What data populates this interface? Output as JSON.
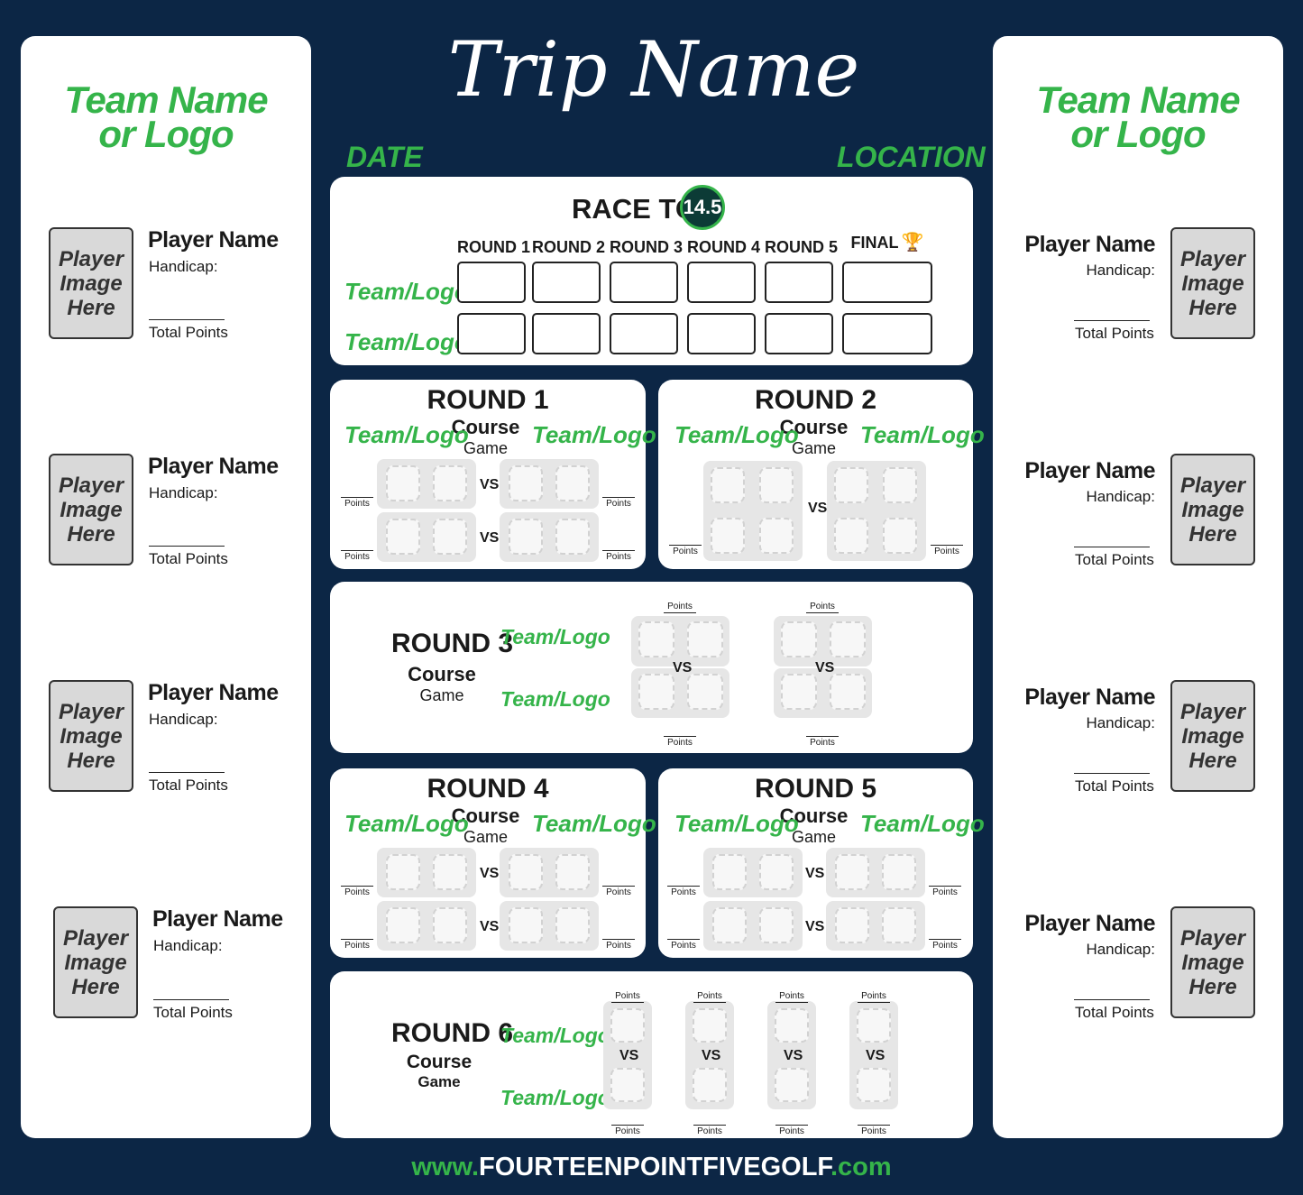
{
  "trip_name": "Trip Name",
  "date_label": "DATE",
  "location_label": "LOCATION",
  "team_heading": [
    "Team Name",
    "or Logo"
  ],
  "player": {
    "image_text": [
      "Player",
      "Image",
      "Here"
    ],
    "name": "Player Name",
    "handicap": "Handicap:",
    "total_points": "Total Points"
  },
  "race": {
    "title": "RACE TO",
    "badge": "14.5",
    "columns": [
      "ROUND 1",
      "ROUND 2",
      "ROUND 3",
      "ROUND 4",
      "ROUND 5",
      "FINAL"
    ],
    "teams": [
      "Team/Logo",
      "Team/Logo"
    ]
  },
  "rounds": {
    "r1": {
      "title": "ROUND 1",
      "course": "Course",
      "game": "Game",
      "team_a": "Team/Logo",
      "team_b": "Team/Logo"
    },
    "r2": {
      "title": "ROUND 2",
      "course": "Course",
      "game": "Game",
      "team_a": "Team/Logo",
      "team_b": "Team/Logo"
    },
    "r3": {
      "title": "ROUND 3",
      "course": "Course",
      "game": "Game",
      "team_a": "Team/Logo",
      "team_b": "Team/Logo"
    },
    "r4": {
      "title": "ROUND 4",
      "course": "Course",
      "game": "Game",
      "team_a": "Team/Logo",
      "team_b": "Team/Logo"
    },
    "r5": {
      "title": "ROUND 5",
      "course": "Course",
      "game": "Game",
      "team_a": "Team/Logo",
      "team_b": "Team/Logo"
    },
    "r6": {
      "title": "ROUND 6",
      "course": "Course",
      "game": "Game",
      "team_a": "Team/Logo",
      "team_b": "Team/Logo"
    }
  },
  "vs": "VS",
  "points": "Points",
  "footer": {
    "prefix": "www.",
    "name": "FOURTEENPOINTFIVEGOLF",
    "suffix": ".com"
  },
  "colors": {
    "navy": "#0c2645",
    "green": "#35b44a",
    "trophy": "#f5b80e"
  },
  "icons": [
    "trophy-icon",
    "badge-icon"
  ]
}
